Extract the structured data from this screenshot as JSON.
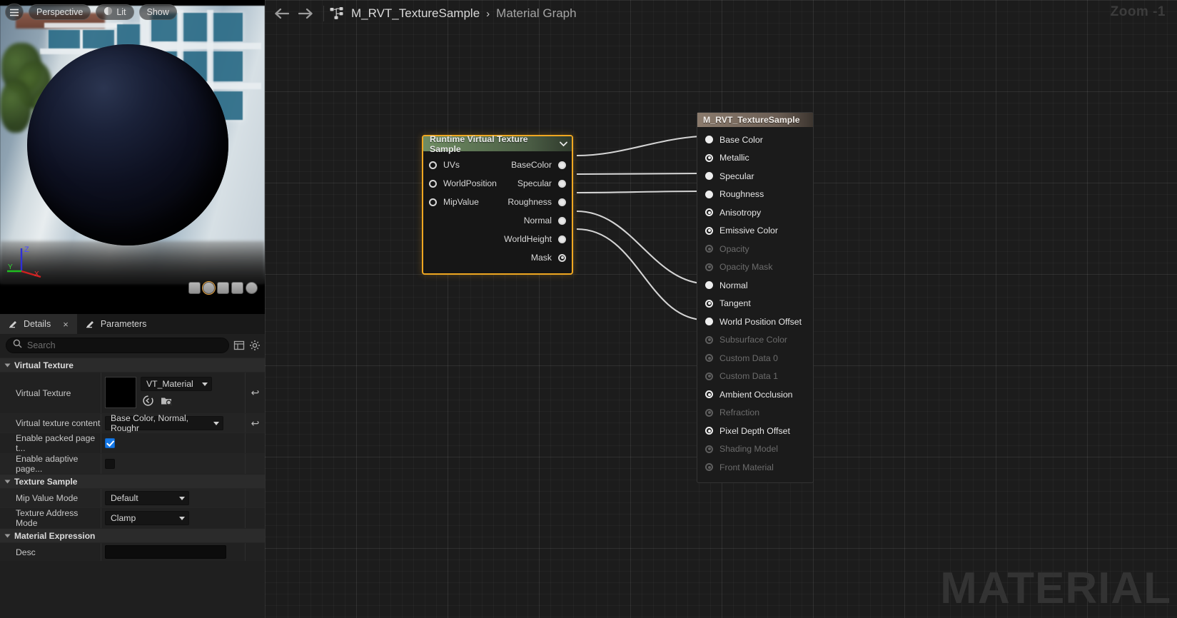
{
  "viewport": {
    "toolbar": {
      "menu_icon": "hamburger-menu-icon",
      "perspective_label": "Perspective",
      "lit_label": "Lit",
      "lit_icon": "lit-sphere-icon",
      "show_label": "Show"
    },
    "gizmo": {
      "x": "X",
      "y": "Y",
      "z": "Z"
    },
    "shape_buttons": [
      "cylinder-preview",
      "sphere-preview",
      "plane-preview",
      "cube-preview",
      "custom-mesh-preview"
    ],
    "selected_shape_index": 1
  },
  "details": {
    "tabs": [
      {
        "label": "Details",
        "icon": "details-pencil-icon",
        "active": true,
        "closable": true
      },
      {
        "label": "Parameters",
        "icon": "parameters-pencil-icon",
        "active": false,
        "closable": false
      }
    ],
    "close_glyph": "×",
    "search": {
      "placeholder": "Search",
      "value": "",
      "icon": "search-icon"
    },
    "header_icons": [
      "column-layout-icon",
      "settings-gear-icon"
    ],
    "sections": [
      {
        "title": "Virtual Texture",
        "rows": [
          {
            "label": "Virtual Texture",
            "type": "asset",
            "value": "VT_Material",
            "thumbnail": "black-texture-thumbnail",
            "actions": [
              "browse-to-asset-icon",
              "use-selected-asset-icon"
            ],
            "reset": "↩"
          },
          {
            "label": "Virtual texture content",
            "type": "combo",
            "value": "Base Color, Normal, Roughr",
            "reset": "↩"
          },
          {
            "label": "Enable packed page t...",
            "type": "checkbox",
            "checked": true
          },
          {
            "label": "Enable adaptive page...",
            "type": "checkbox",
            "checked": false
          }
        ]
      },
      {
        "title": "Texture Sample",
        "rows": [
          {
            "label": "Mip Value Mode",
            "type": "combo",
            "value": "Default"
          },
          {
            "label": "Texture Address Mode",
            "type": "combo",
            "value": "Clamp"
          }
        ]
      },
      {
        "title": "Material Expression",
        "rows": [
          {
            "label": "Desc",
            "type": "text",
            "value": ""
          }
        ]
      }
    ]
  },
  "graph": {
    "nav": {
      "back_icon": "arrow-left-icon",
      "forward_icon": "arrow-right-icon",
      "graph_icon": "material-graph-icon"
    },
    "breadcrumb": {
      "asset": "M_RVT_TextureSample",
      "separator": "›",
      "page": "Material Graph"
    },
    "zoom_label": "Zoom -1",
    "watermark": "MATERIAL",
    "accent_selected": "#f0a721",
    "nodes": {
      "rvt": {
        "title": "Runtime Virtual Texture Sample",
        "dropdown_icon": "chevron-down-icon",
        "inputs": [
          {
            "label": "UVs",
            "connected": false
          },
          {
            "label": "WorldPosition",
            "connected": false
          },
          {
            "label": "MipValue",
            "connected": false
          }
        ],
        "outputs": [
          {
            "label": "BaseColor",
            "connected": true
          },
          {
            "label": "Specular",
            "connected": true
          },
          {
            "label": "Roughness",
            "connected": true
          },
          {
            "label": "Normal",
            "connected": true
          },
          {
            "label": "WorldHeight",
            "connected": true
          },
          {
            "label": "Mask",
            "connected": false
          }
        ]
      },
      "material": {
        "title": "M_RVT_TextureSample",
        "pins": [
          {
            "label": "Base Color",
            "state": "connected"
          },
          {
            "label": "Metallic",
            "state": "enabled"
          },
          {
            "label": "Specular",
            "state": "connected"
          },
          {
            "label": "Roughness",
            "state": "connected"
          },
          {
            "label": "Anisotropy",
            "state": "enabled"
          },
          {
            "label": "Emissive Color",
            "state": "enabled"
          },
          {
            "label": "Opacity",
            "state": "disabled"
          },
          {
            "label": "Opacity Mask",
            "state": "disabled"
          },
          {
            "label": "Normal",
            "state": "connected"
          },
          {
            "label": "Tangent",
            "state": "enabled"
          },
          {
            "label": "World Position Offset",
            "state": "connected"
          },
          {
            "label": "Subsurface Color",
            "state": "disabled"
          },
          {
            "label": "Custom Data 0",
            "state": "disabled"
          },
          {
            "label": "Custom Data 1",
            "state": "disabled"
          },
          {
            "label": "Ambient Occlusion",
            "state": "enabled"
          },
          {
            "label": "Refraction",
            "state": "disabled"
          },
          {
            "label": "Pixel Depth Offset",
            "state": "enabled"
          },
          {
            "label": "Shading Model",
            "state": "disabled"
          },
          {
            "label": "Front Material",
            "state": "disabled"
          }
        ]
      }
    }
  }
}
